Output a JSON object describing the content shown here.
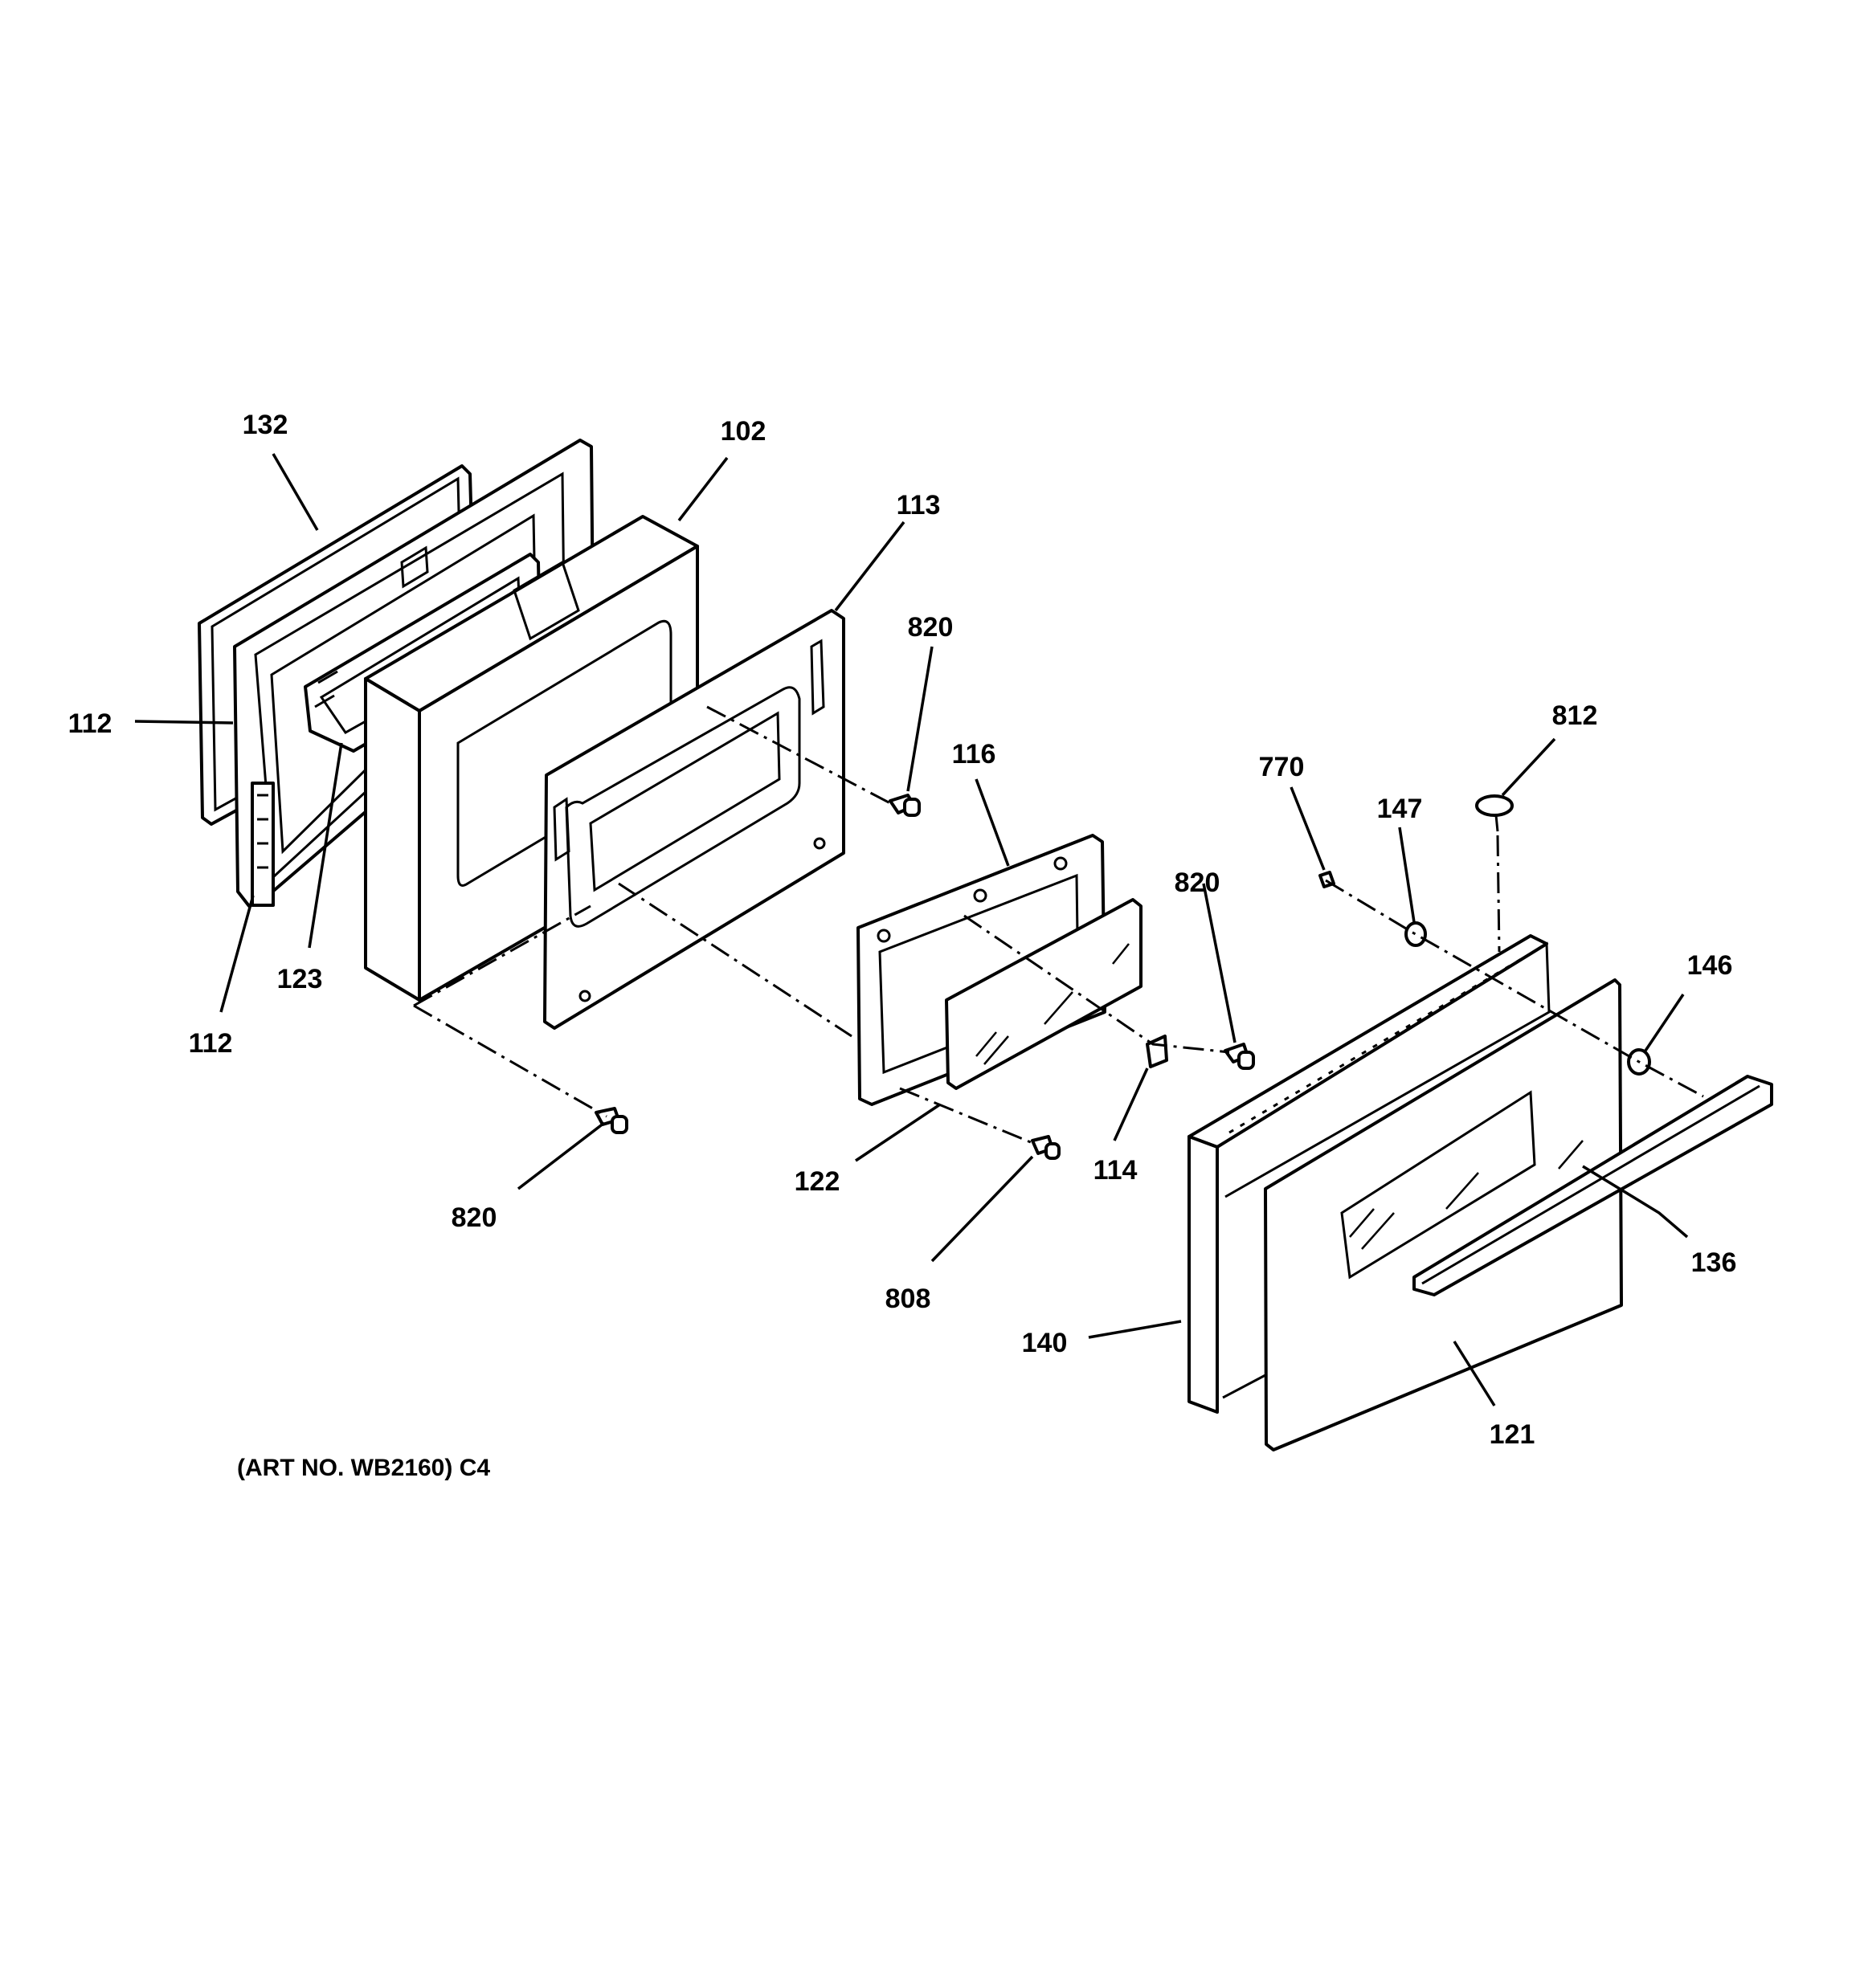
{
  "diagram": {
    "caption": "(ART NO. WB2160) C4",
    "callouts": {
      "c132": "132",
      "c102": "102",
      "c113": "113",
      "c820_top": "820",
      "c112_left": "112",
      "c112_bottom": "112",
      "c123": "123",
      "c116": "116",
      "c770": "770",
      "c147": "147",
      "c812": "812",
      "c820_mid": "820",
      "c146": "146",
      "c820_bottom": "820",
      "c122": "122",
      "c114": "114",
      "c136": "136",
      "c808": "808",
      "c140": "140",
      "c121": "121"
    }
  }
}
